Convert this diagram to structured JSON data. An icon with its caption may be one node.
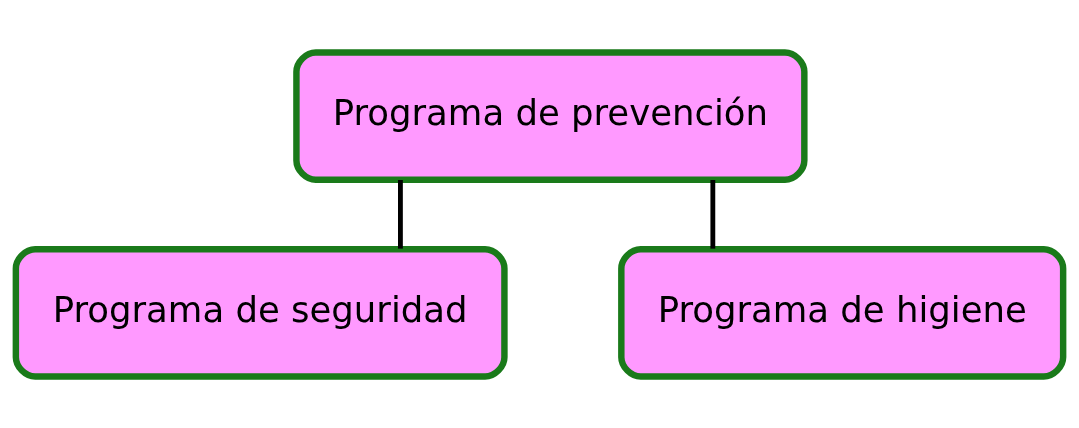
{
  "diagram": {
    "nodes": [
      {
        "text": [
          "Programa de prevención"
        ]
      },
      {
        "text": [
          "Programa de seguridad"
        ]
      },
      {
        "text": [
          "Programa de higiene"
        ]
      }
    ],
    "edges": [
      {
        "from": 0,
        "to": 1,
        "arrow": "none"
      },
      {
        "from": 0,
        "to": 2,
        "arrow": "none"
      }
    ]
  }
}
